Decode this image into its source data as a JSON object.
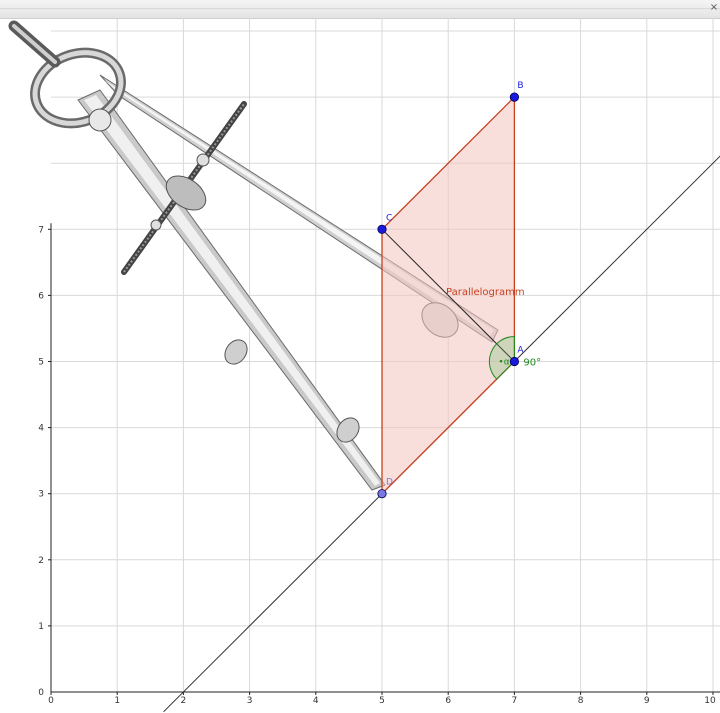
{
  "window": {
    "close_glyph": "×"
  },
  "axes": {
    "x_ticks": [
      "0",
      "1",
      "2",
      "3",
      "4",
      "5",
      "6",
      "7",
      "8",
      "9",
      "10"
    ],
    "y_ticks": [
      "1",
      "2",
      "3",
      "4",
      "5",
      "6",
      "7"
    ],
    "xlim": [
      0,
      10
    ],
    "ylim": [
      0,
      7
    ],
    "grid": true
  },
  "points": [
    {
      "name": "A",
      "x": 7,
      "y": 5,
      "color": "#1a1adc"
    },
    {
      "name": "B",
      "x": 7,
      "y": 9,
      "color": "#1a1adc"
    },
    {
      "name": "C",
      "x": 5,
      "y": 7,
      "color": "#1a1adc"
    },
    {
      "name": "D",
      "x": 5,
      "y": 3,
      "color": "#7777dd"
    }
  ],
  "polygon": {
    "label": "Parallelogramm",
    "vertices": [
      "A",
      "B",
      "C",
      "D"
    ],
    "fill": "#f2c4c0",
    "stroke": "#c8411f"
  },
  "line": {
    "through": [
      [
        5,
        3
      ],
      [
        7,
        5
      ]
    ],
    "color": "#333333"
  },
  "angle": {
    "vertex": "A",
    "dot_label": "•α",
    "value_label": "90°",
    "color": "#1f8a1f"
  },
  "illustration": {
    "icon": "drafting-compass-icon"
  }
}
